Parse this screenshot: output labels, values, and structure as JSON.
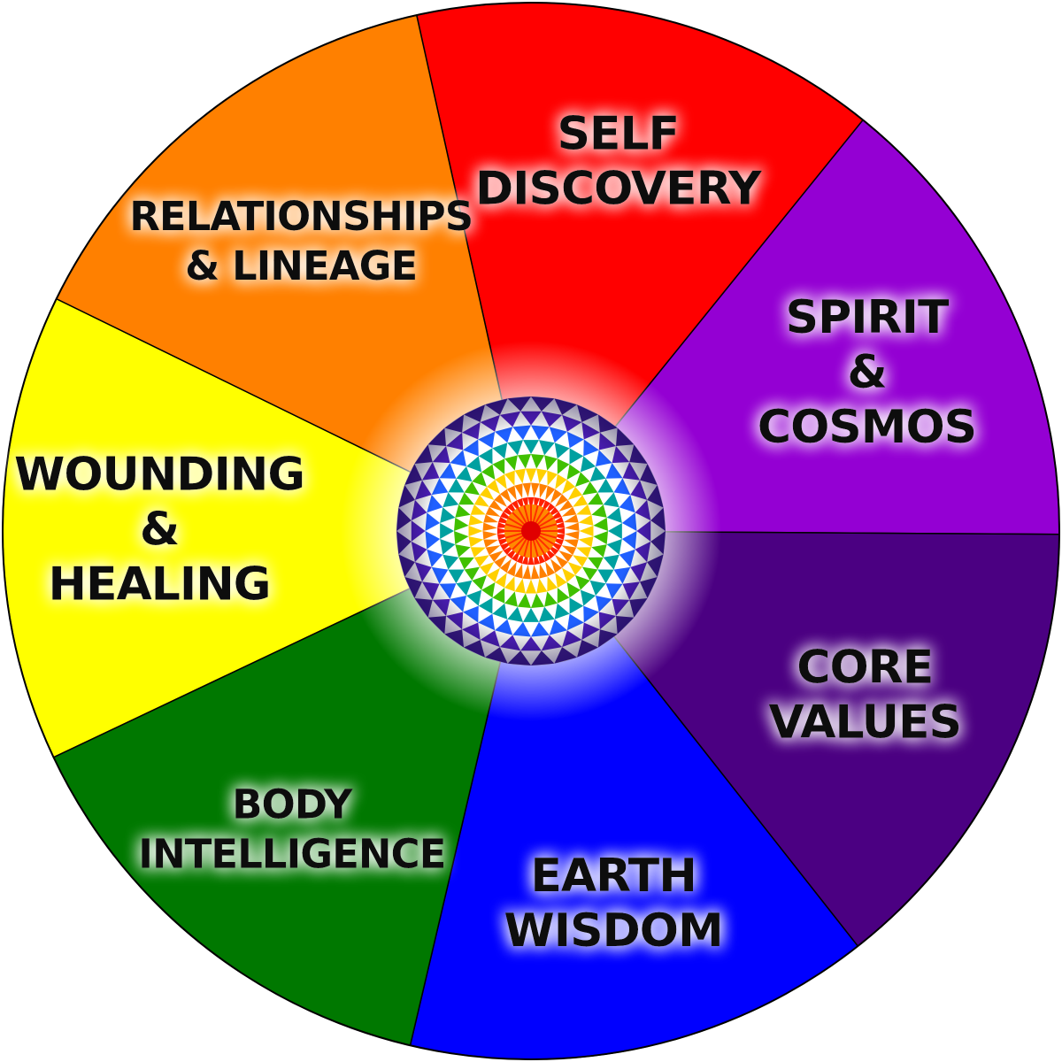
{
  "wheel": {
    "segments": [
      {
        "id": "self-discovery",
        "lines": [
          "SELF",
          "DISCOVERY"
        ],
        "color": "#ff0000",
        "glow": "#ffffff",
        "label_size": "normal"
      },
      {
        "id": "spirit-cosmos",
        "lines": [
          "SPIRIT",
          "&",
          "COSMOS"
        ],
        "color": "#9400d3",
        "glow": "#ffffff",
        "label_size": "normal"
      },
      {
        "id": "core-values",
        "lines": [
          "CORE",
          "VALUES"
        ],
        "color": "#4b0082",
        "glow": "#ffffff",
        "label_size": "normal"
      },
      {
        "id": "earth-wisdom",
        "lines": [
          "EARTH",
          "WISDOM"
        ],
        "color": "#0000ff",
        "glow": "#ffffff",
        "label_size": "normal"
      },
      {
        "id": "body-intelligence",
        "lines": [
          "BODY",
          "INTELLIGENCE"
        ],
        "color": "#007800",
        "glow": "#ffffff",
        "label_size": "small"
      },
      {
        "id": "wounding-healing",
        "lines": [
          "WOUNDING",
          "&",
          "HEALING"
        ],
        "color": "#ffff00",
        "glow": "#ffffff",
        "label_size": "normal"
      },
      {
        "id": "relationships-lineage",
        "lines": [
          "RELATIONSHIPS",
          "& LINEAGE"
        ],
        "color": "#ff8000",
        "glow": "#ffffff",
        "label_size": "small"
      }
    ],
    "center": {
      "name": "rainbow-sphere",
      "core_color": "#e00000",
      "ring_colors": [
        "#ff2000",
        "#ff8000",
        "#ffd000",
        "#40c000",
        "#00a0a0",
        "#2060ff",
        "#5020c0",
        "#402090"
      ]
    },
    "outline_color": "#000000"
  }
}
